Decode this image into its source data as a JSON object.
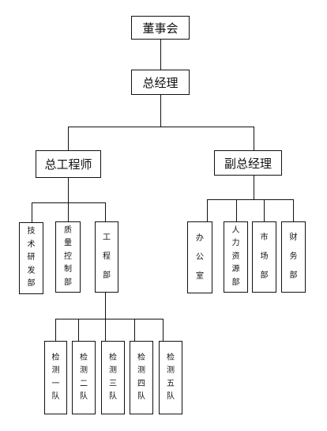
{
  "org_chart": {
    "board": "董事会",
    "general_manager": "总经理",
    "chief_engineer": {
      "label": "总工程师",
      "departments": [
        "技术研发部",
        "质量控制部",
        "工程部"
      ]
    },
    "deputy_general_manager": {
      "label": "副总经理",
      "departments": [
        "办公室",
        "人力资源部",
        "市场部",
        "财务部"
      ]
    },
    "engineering_teams": [
      "检测一队",
      "检测二队",
      "检测三队",
      "检测四队",
      "检测五队"
    ]
  }
}
